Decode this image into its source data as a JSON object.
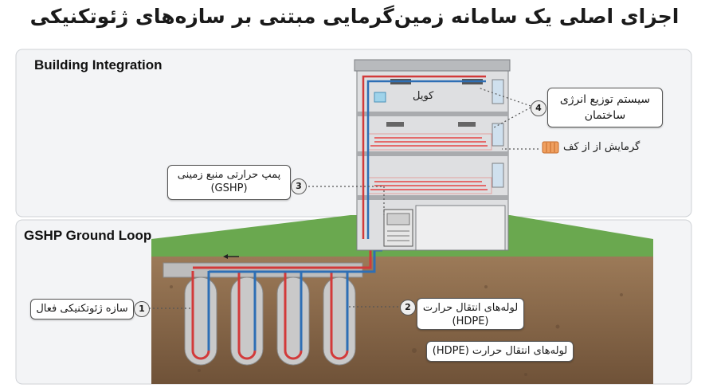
{
  "title": "اجزای اصلی یک سامانه زمین‌گرمایی مبتنی بر سازه‌های ژئوتکنیکی",
  "panels": {
    "building": "Building Integration",
    "ground": "GSHP Ground Loop"
  },
  "callouts": {
    "c1": {
      "num": "1",
      "text": "سازه ژئوتکنیکی فعال"
    },
    "c2": {
      "num": "2",
      "line1": "لوله‌های انتقال حرارت",
      "line2": "(HDPE)"
    },
    "c2b": {
      "text": "لوله‌های انتقال حرارت (HDPE)"
    },
    "c3": {
      "num": "3",
      "line1": "پمپ حرارتی منبع زمینی",
      "line2": "(GSHP)"
    },
    "c4": {
      "num": "4",
      "line1": "سیستم توزیع انرژی",
      "line2": "ساختمان"
    }
  },
  "labels": {
    "coil": "کویل",
    "floor_heating": "گرمایش از از کف"
  },
  "colors": {
    "hot_pipe": "#d23a3a",
    "cold_pipe": "#2e6fb5",
    "grass": "#6aa84f",
    "soil": "#8a6a4c",
    "building": "#c8c9cb"
  }
}
